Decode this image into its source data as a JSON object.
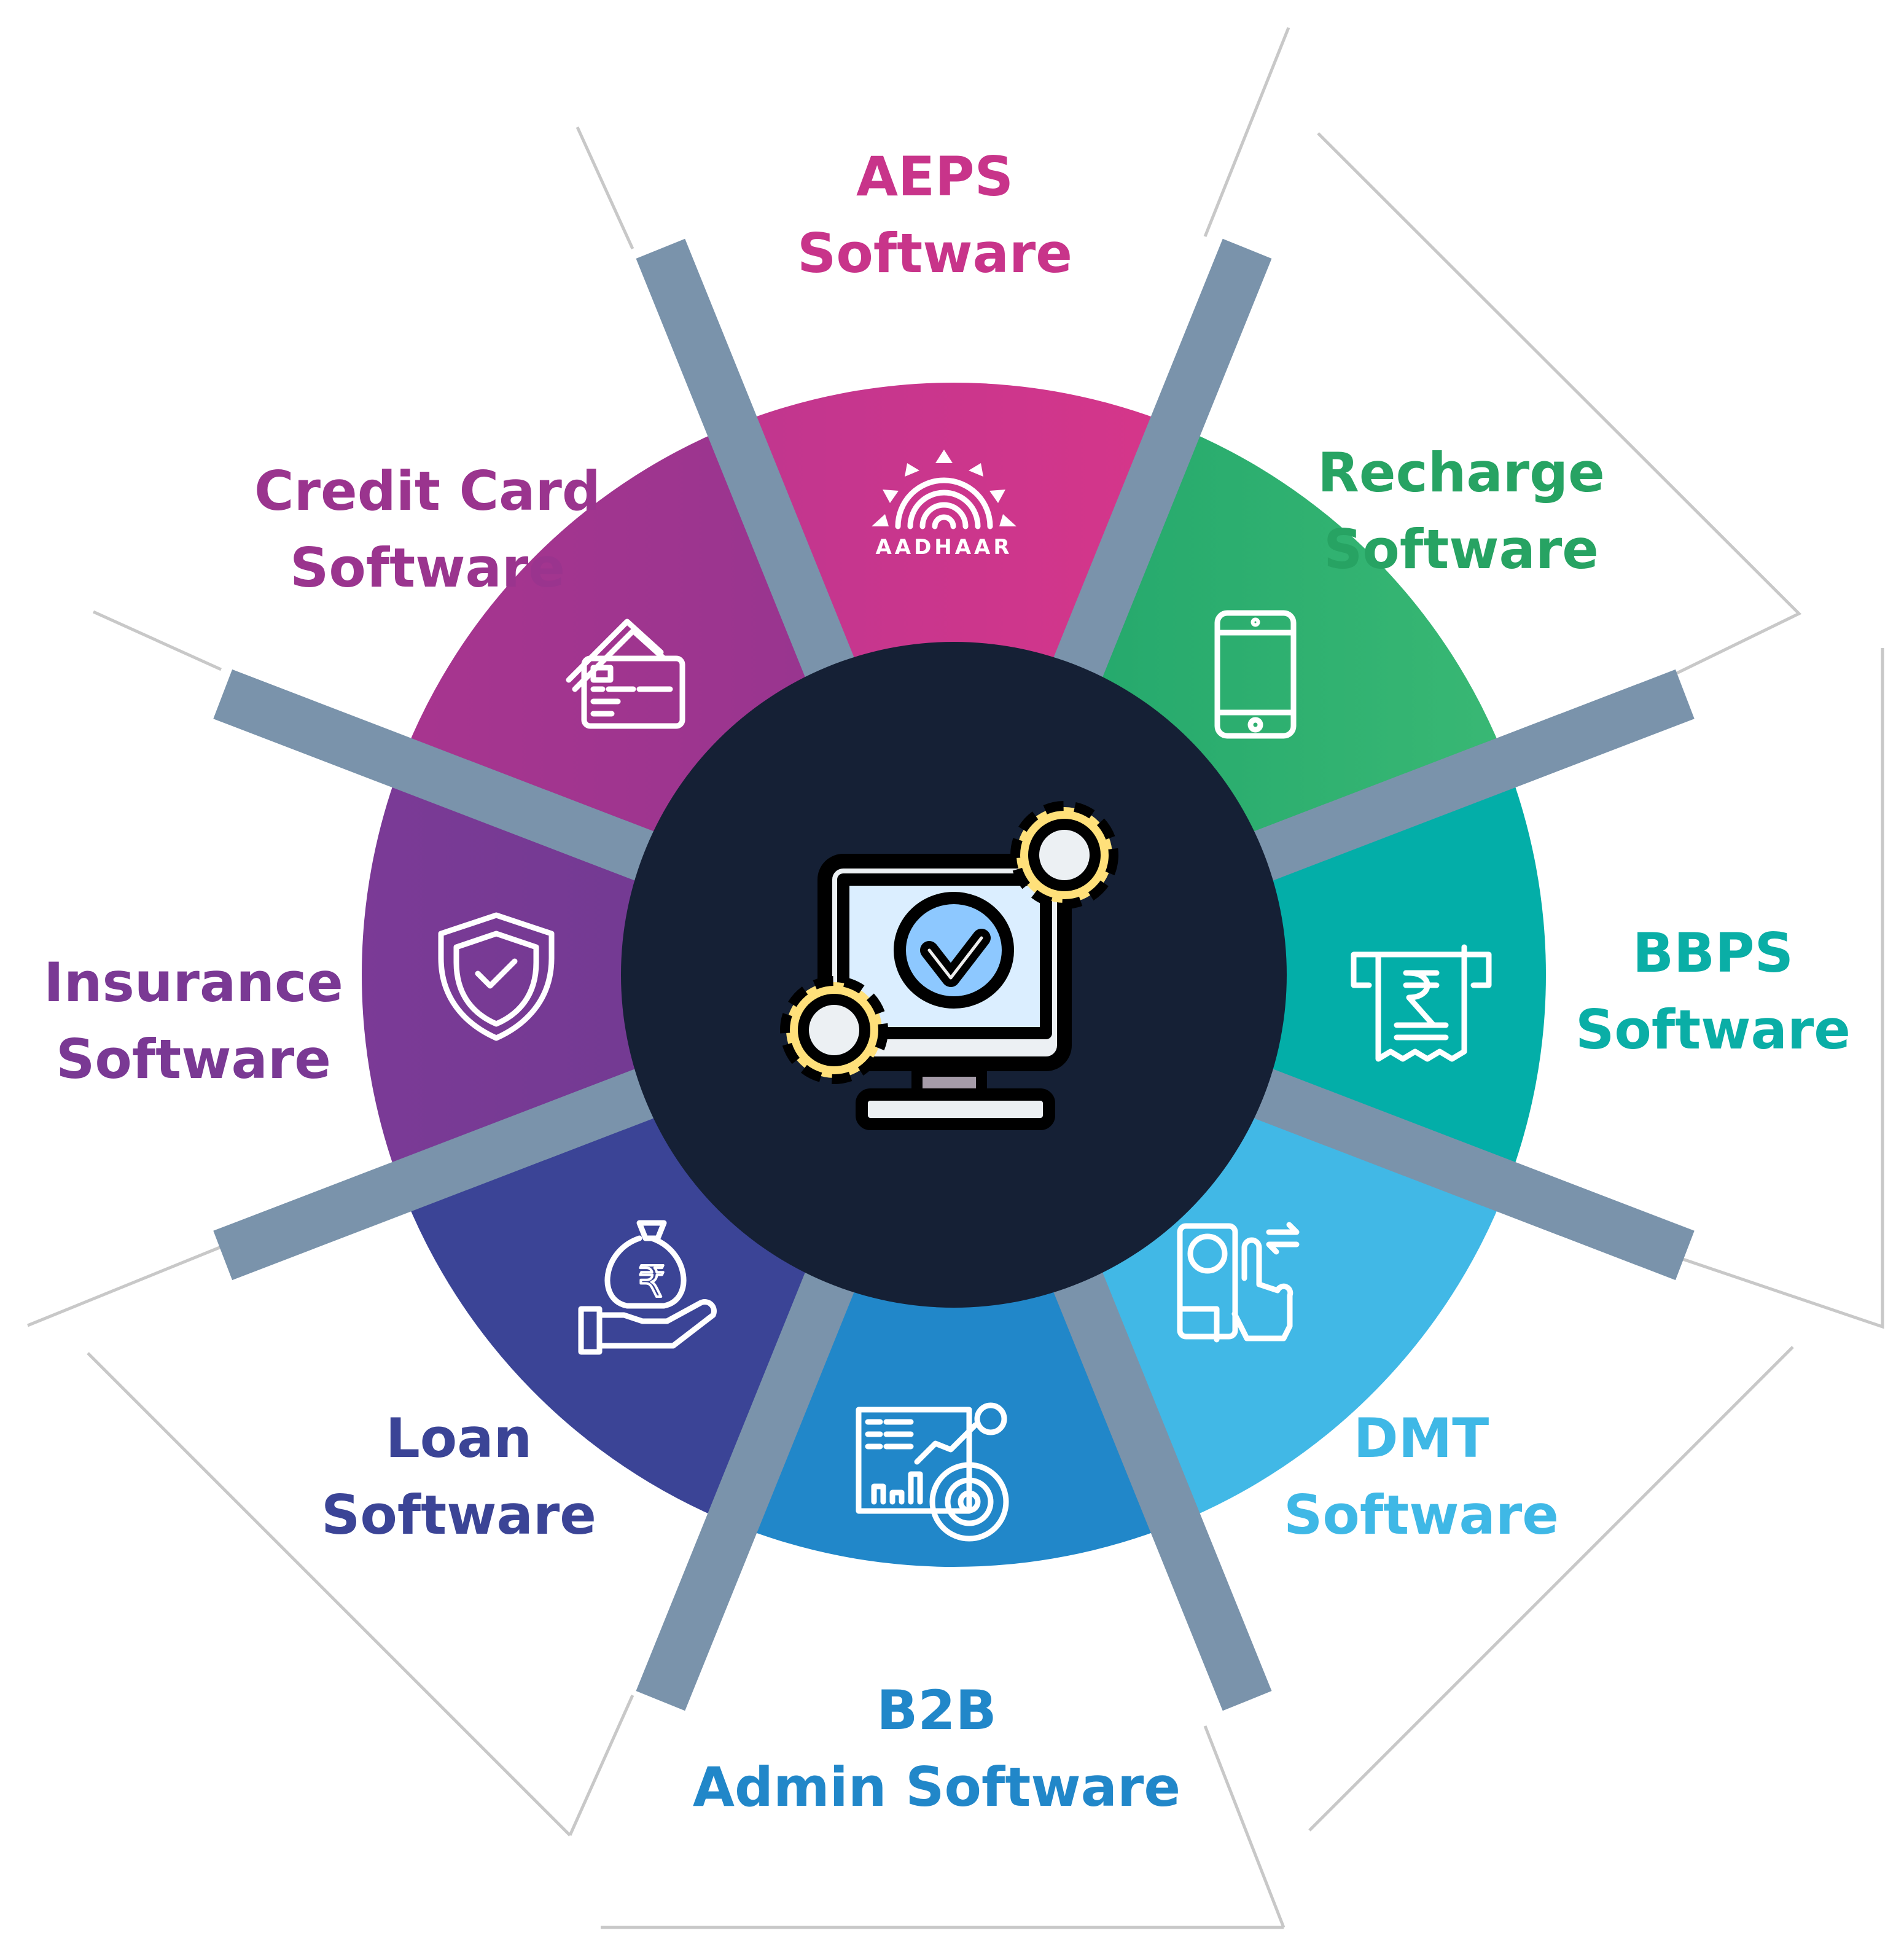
{
  "center": {
    "icon": "monitor-with-gears-check-icon"
  },
  "colors": {
    "center_bg": "#152035",
    "divider": "#7a93ab",
    "outline": "#c8c8c8"
  },
  "segments": [
    {
      "id": "aeps",
      "lines": [
        "AEPS",
        "Software"
      ],
      "color": "#d4358a",
      "text_color": "#c8348a",
      "icon": "aadhaar-logo-icon",
      "icon_text": "AADHAAR"
    },
    {
      "id": "recharge",
      "lines": [
        "Recharge",
        "Software"
      ],
      "color": "#2aab6b",
      "text_color": "#27a363",
      "icon": "mobile-phone-icon"
    },
    {
      "id": "bbps",
      "lines": [
        "BBPS",
        "Software"
      ],
      "color": "#03aea8",
      "text_color": "#0aaea6",
      "icon": "rupee-receipt-icon"
    },
    {
      "id": "dmt",
      "lines": [
        "DMT",
        "Software"
      ],
      "color": "#41b8e6",
      "text_color": "#3fb8e6",
      "icon": "money-transfer-icon"
    },
    {
      "id": "b2b",
      "lines": [
        "B2B",
        "Admin Software"
      ],
      "color": "#2187c9",
      "text_color": "#2187c9",
      "icon": "analytics-dashboard-icon"
    },
    {
      "id": "loan",
      "lines": [
        "Loan",
        "Software"
      ],
      "color": "#3b4496",
      "text_color": "#3b4496",
      "icon": "money-bag-hand-icon"
    },
    {
      "id": "insurance",
      "lines": [
        "Insurance",
        "Software"
      ],
      "color": "#7a3994",
      "text_color": "#7a3994",
      "icon": "shield-check-icon"
    },
    {
      "id": "credit-card",
      "lines": [
        "Credit Card",
        "Software"
      ],
      "color": "#a2358f",
      "text_color": "#9a348e",
      "icon": "credit-cards-icon"
    }
  ]
}
